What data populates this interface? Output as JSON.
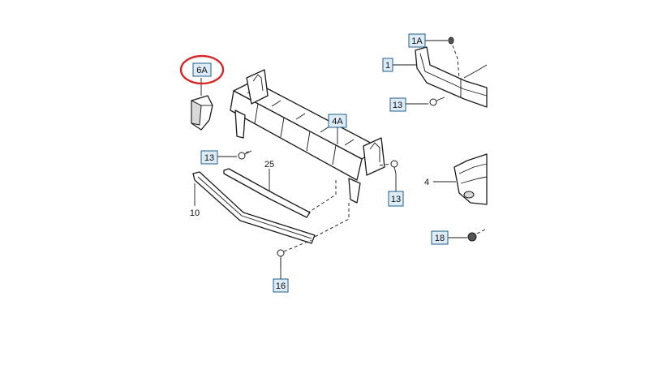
{
  "labels": {
    "l6A": "6A",
    "l4A": "4A",
    "l13a": "13",
    "l13b": "13",
    "l13c": "13",
    "l25": "25",
    "l10": "10",
    "l16": "16",
    "l1A": "1A",
    "l1": "1",
    "l4": "4",
    "l18": "18"
  },
  "colors": {
    "highlight_circle": "#d62828",
    "label_box_fill": "#dcebf5",
    "label_box_stroke": "#1f5f8f"
  }
}
